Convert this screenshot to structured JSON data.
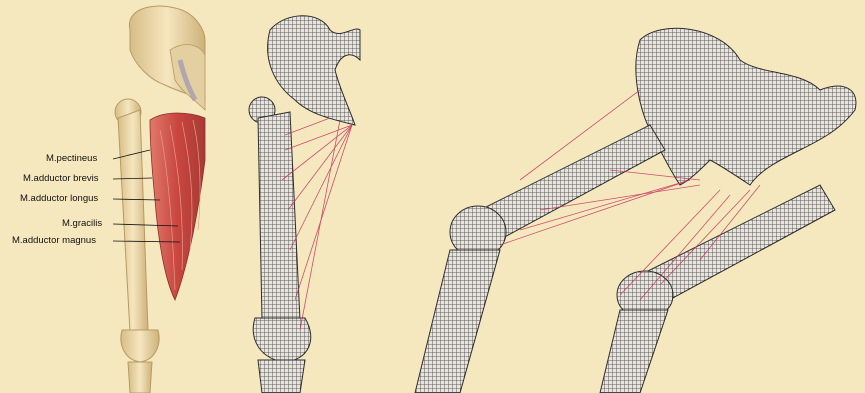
{
  "labels": {
    "pectineus": "M.pectineus",
    "adductor_brevis": "M.adductor brevis",
    "adductor_longus": "M.adductor longus",
    "gracilis": "M.gracilis",
    "adductor_magnus": "M.adductor magnus"
  },
  "colors": {
    "background": "#f5e8bf",
    "bone": "#ecd9a8",
    "muscle": "#c9463f",
    "mesh": "#4a4a4a",
    "muscle_line": "#c8335c"
  }
}
